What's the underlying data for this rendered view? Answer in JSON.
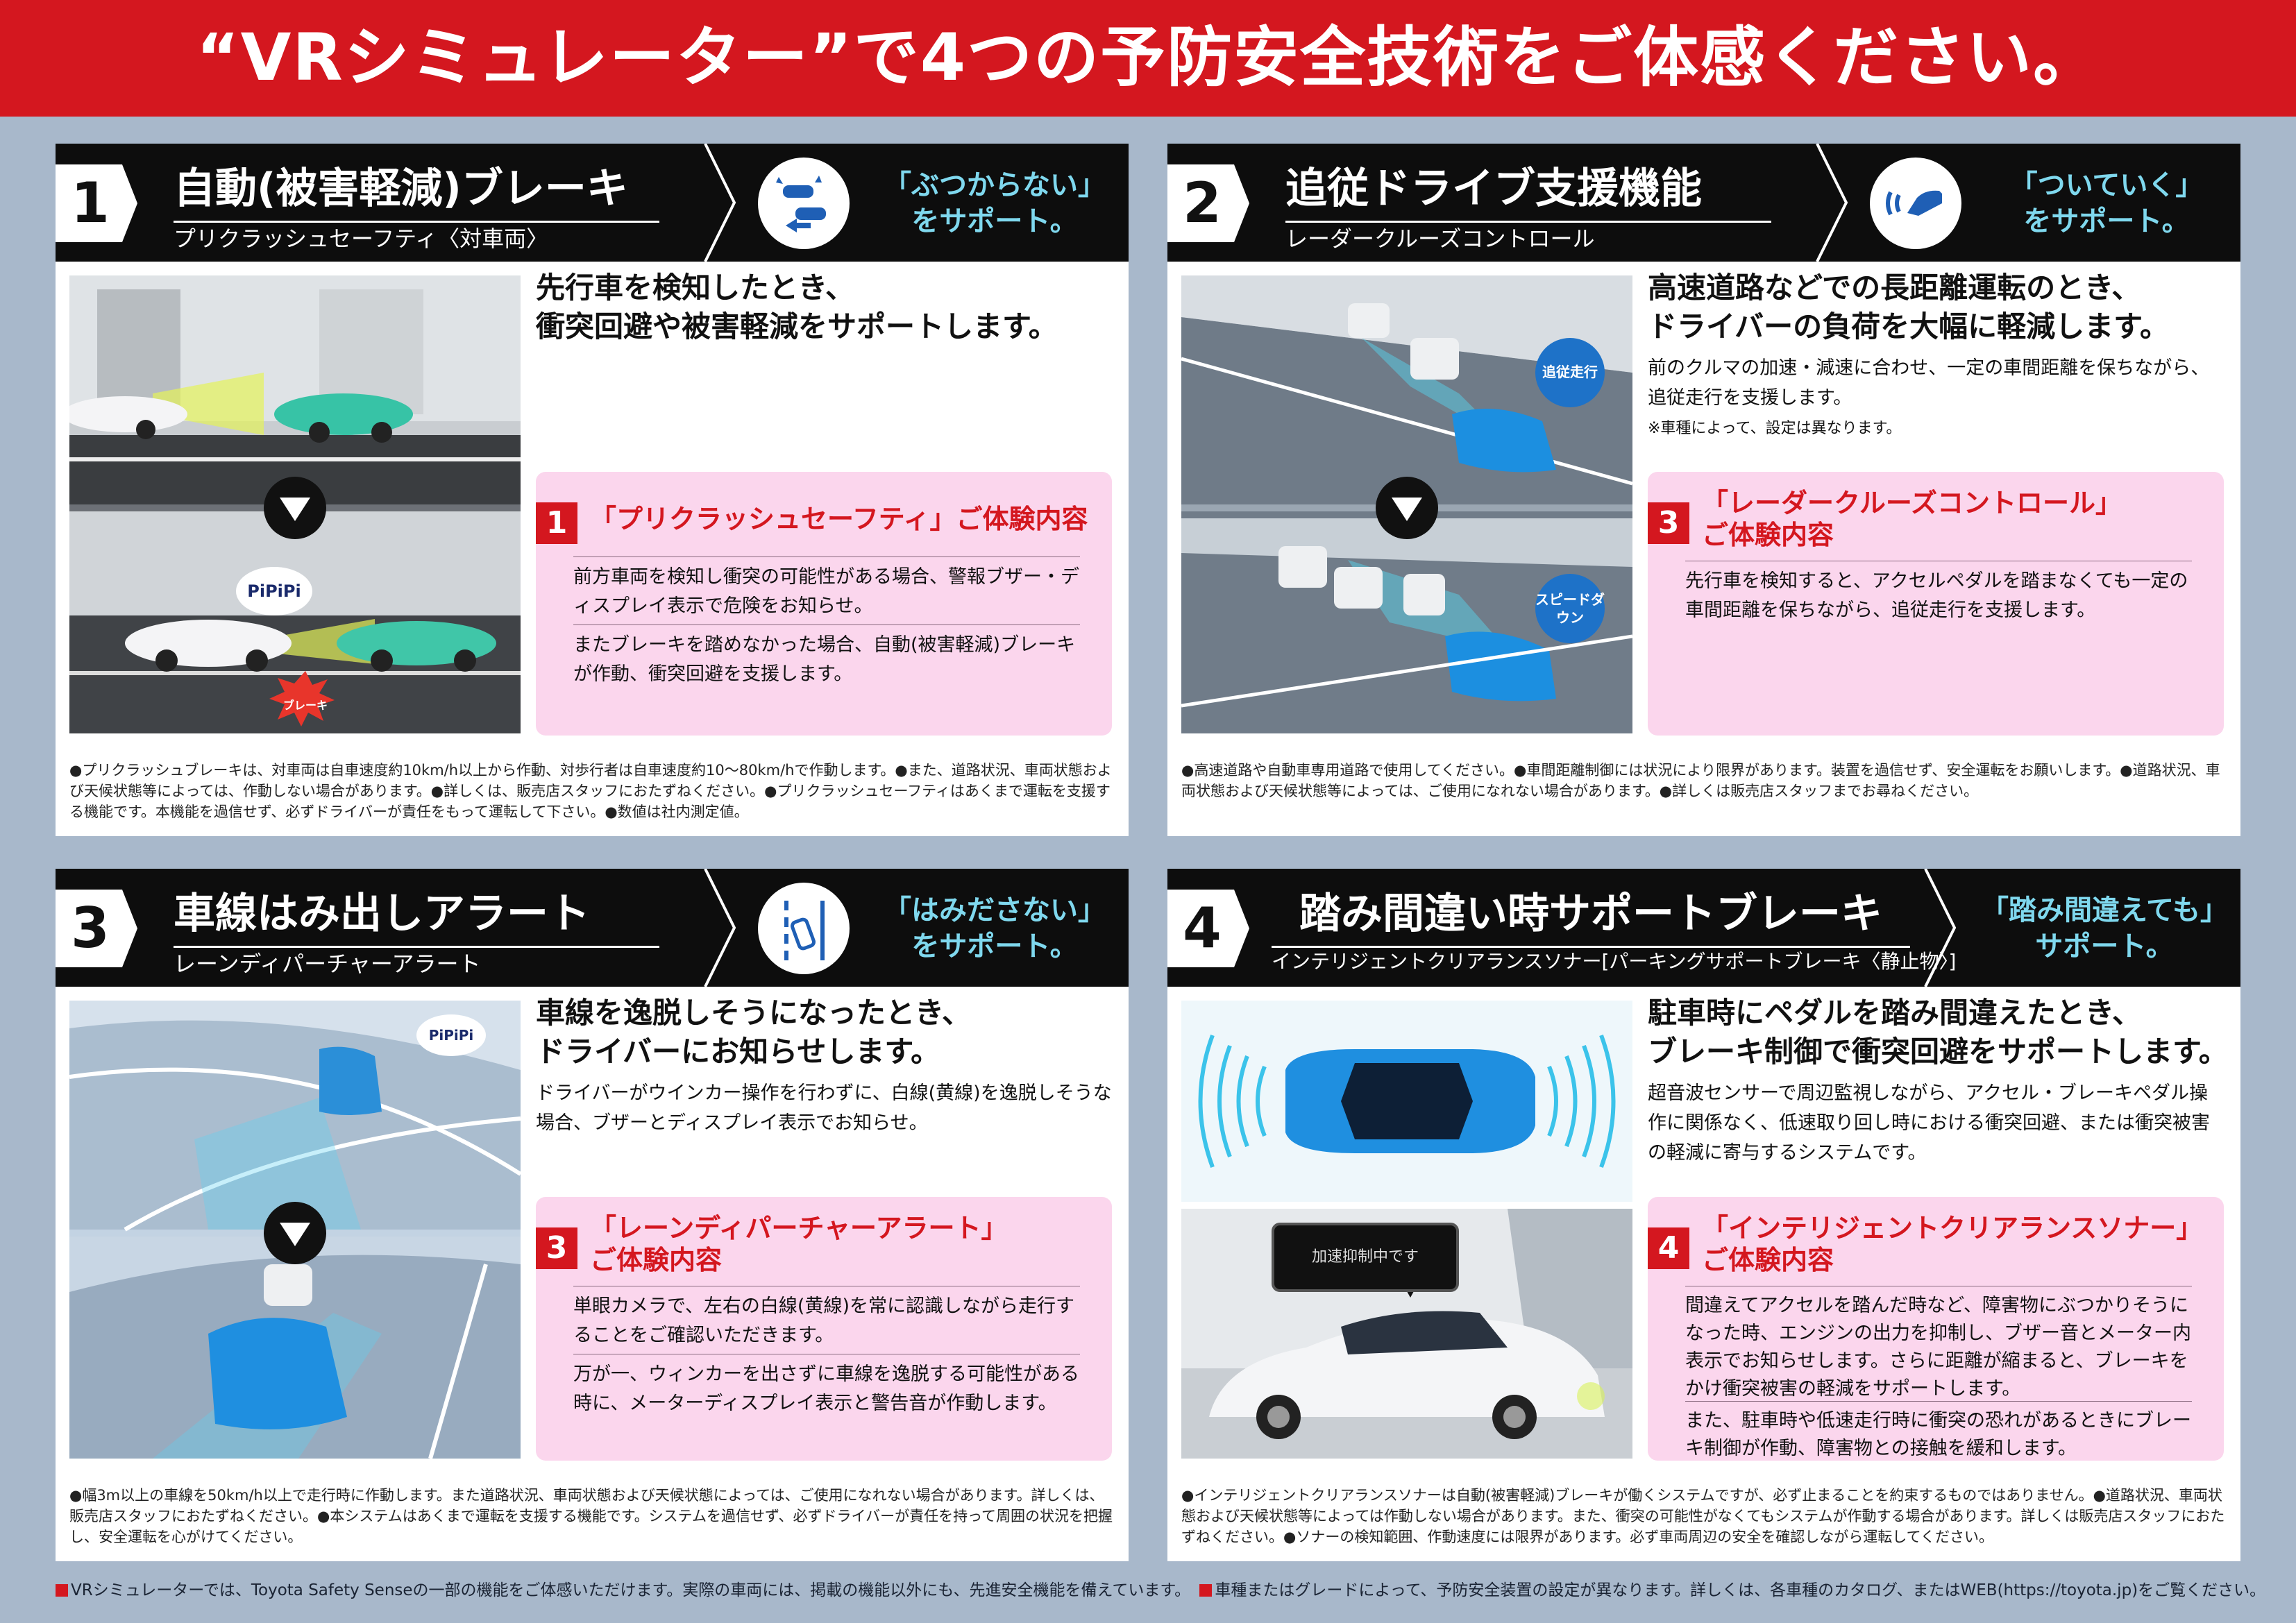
{
  "header": {
    "title": "“VRシミュレーター”で4つの予防安全技術をご体感ください。"
  },
  "colors": {
    "accent_red": "#d4171f",
    "slogan_cyan": "#7fd8ee",
    "pink_box": "#fbd6ed",
    "header_black": "#0d0d0d",
    "background": "#a8b8cb"
  },
  "panels": [
    {
      "number": "1",
      "title": "自動(被害軽減)ブレーキ",
      "subtitle": "プリクラッシュセーフティ〈対車両〉",
      "icon": "collision-avoid-icon",
      "slogan": [
        "「ぶつからない」",
        "をサポート。"
      ],
      "lead": [
        "先行車を検知したとき、",
        "衝突回避や被害軽減をサポートします。"
      ],
      "photo_labels": {
        "sound": "PiPiPi",
        "brake": "ブレーキ"
      },
      "experience": {
        "badge": "1",
        "title": [
          "「プリクラッシュセーフティ」ご体験内容"
        ],
        "paragraphs": [
          "前方車両を検知し衝突の可能性がある場合、警報ブザー・ディスプレイ表示で危険をお知らせ。",
          "またブレーキを踏めなかった場合、自動(被害軽減)ブレーキが作動、衝突回避を支援します。"
        ]
      },
      "footnote": "●プリクラッシュブレーキは、対車両は自車速度約10km/h以上から作動、対歩行者は自車速度約10〜80km/hで作動します。●また、道路状況、車両状態および天候状態等によっては、作動しない場合があります。●詳しくは、販売店スタッフにおたずねください。●プリクラッシュセーフティはあくまで運転を支援する機能です。本機能を過信せず、必ずドライバーが責任をもって運転して下さい。●数値は社内測定値。"
    },
    {
      "number": "2",
      "title": "追従ドライブ支援機能",
      "subtitle": "レーダークルーズコントロール",
      "icon": "radar-follow-icon",
      "slogan": [
        "「ついていく」",
        "をサポート。"
      ],
      "lead": [
        "高速道路などでの長距離運転のとき、",
        "ドライバーの負荷を大幅に軽減します。"
      ],
      "description": "前のクルマの加速・減速に合わせ、一定の車間距離を保ちながら、追従走行を支援します。",
      "small_note": "※車種によって、設定は異なります。",
      "photo_labels": {
        "follow": "追従走行",
        "slow": "スピードダウン"
      },
      "experience": {
        "badge": "3",
        "title": [
          "「レーダークルーズコントロール」",
          "ご体験内容"
        ],
        "paragraphs": [
          "先行車を検知すると、アクセルペダルを踏まなくても一定の車間距離を保ちながら、追従走行を支援します。"
        ]
      },
      "footnote": "●高速道路や自動車専用道路で使用してください。●車間距離制御には状況により限界があります。装置を過信せず、安全運転をお願いします。●道路状況、車両状態および天候状態等によっては、ご使用になれない場合があります。●詳しくは販売店スタッフまでお尋ねください。"
    },
    {
      "number": "3",
      "title": "車線はみ出しアラート",
      "subtitle": "レーンディパーチャーアラート",
      "icon": "lane-departure-icon",
      "slogan": [
        "「はみださない」",
        "をサポート。"
      ],
      "lead": [
        "車線を逸脱しそうになったとき、",
        "ドライバーにお知らせします。"
      ],
      "description": "ドライバーがウインカー操作を行わずに、白線(黄線)を逸脱しそうな場合、ブザーとディスプレイ表示でお知らせ。",
      "photo_labels": {
        "sound": "PiPiPi"
      },
      "experience": {
        "badge": "3",
        "title": [
          "「レーンディパーチャーアラート」",
          "ご体験内容"
        ],
        "paragraphs": [
          "単眼カメラで、左右の白線(黄線)を常に認識しながら走行することをご確認いただきます。",
          "万が一、ウィンカーを出さずに車線を逸脱する可能性がある時に、メーターディスプレイ表示と警告音が作動します。"
        ]
      },
      "footnote": "●幅3m以上の車線を50km/h以上で走行時に作動します。また道路状況、車両状態および天候状態によっては、ご使用になれない場合があります。詳しくは、販売店スタッフにおたずねください。●本システムはあくまで運転を支援する機能です。システムを過信せず、必ずドライバーが責任を持って周囲の状況を把握し、安全運転を心がけてください。"
    },
    {
      "number": "4",
      "title": "踏み間違い時サポートブレーキ",
      "subtitle": "インテリジェントクリアランスソナー[パーキングサポートブレーキ〈静止物〉]",
      "icon": "",
      "slogan": [
        "「踏み間違えても」",
        "サポート。"
      ],
      "lead": [
        "駐車時にペダルを踏み間違えたとき、",
        "ブレーキ制御で衝突回避をサポートします。"
      ],
      "description": "超音波センサーで周辺監視しながら、アクセル・ブレーキペダル操作に関係なく、低速取り回し時における衝突回避、または衝突被害の軽減に寄与するシステムです。",
      "photo_labels": {
        "display": "加速抑制中です"
      },
      "experience": {
        "badge": "4",
        "title": [
          "「インテリジェントクリアランスソナー」",
          "ご体験内容"
        ],
        "paragraphs": [
          "間違えてアクセルを踏んだ時など、障害物にぶつかりそうになった時、エンジンの出力を抑制し、ブザー音とメーター内表示でお知らせします。さらに距離が縮まると、ブレーキをかけ衝突被害の軽減をサポートします。",
          "また、駐車時や低速走行時に衝突の恐れがあるときにブレーキ制御が作動、障害物との接触を緩和します。"
        ]
      },
      "footnote": "●インテリジェントクリアランスソナーは自動(被害軽減)ブレーキが働くシステムですが、必ず止まることを約束するものではありません。●道路状況、車両状態および天候状態等によっては作動しない場合があります。また、衝突の可能性がなくてもシステムが作動する場合があります。詳しくは販売店スタッフにおたずねください。●ソナーの検知範囲、作動速度には限界があります。必ず車両周辺の安全を確認しながら運転してください。"
    }
  ],
  "bottom_notes": [
    "VRシミュレーターでは、Toyota Safety Senseの一部の機能をご体感いただけます。実際の車両には、掲載の機能以外にも、先進安全機能を備えています。",
    "車種またはグレードによって、予防安全装置の設定が異なります。詳しくは、各車種のカタログ、またはWEB(https://toyota.jp)をご覧ください。"
  ]
}
